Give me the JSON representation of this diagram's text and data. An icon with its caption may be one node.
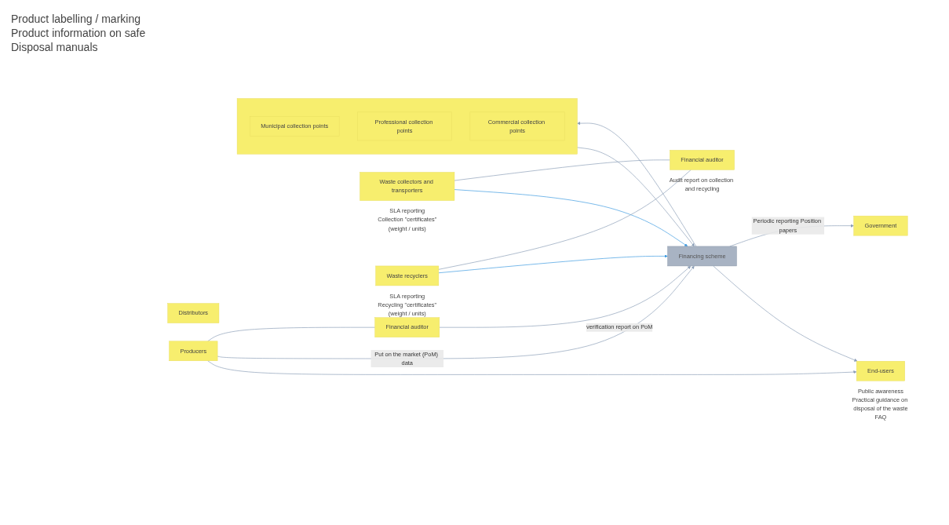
{
  "diagram": {
    "nodes": [
      {
        "text": [
          "End-users"
        ],
        "beside": [
          "Public awareness",
          "Practical guidance on disposal of the waste",
          "FAQ"
        ]
      },
      {
        "text": [],
        "shape": "box"
      },
      {
        "text": [
          "Municipal collection points"
        ],
        "in": 1
      },
      {
        "text": [
          "Professional collection points"
        ],
        "in": 1
      },
      {
        "text": [
          "Commercial collection points"
        ],
        "in": 1
      },
      {
        "text": [
          "Waste collectors and transporters"
        ],
        "beside": [
          "SLA reporting",
          "Collection \"certificates\"",
          "(weight / units)"
        ]
      },
      {
        "text": [
          "Distributors"
        ]
      },
      {
        "text": [
          "Waste recyclers"
        ],
        "beside": [
          "SLA reporting",
          "Recycling \"certificates\"",
          "(weight / units)"
        ]
      },
      {
        "text": [
          "Financing scheme"
        ]
      },
      {
        "text": [
          "Financial auditor"
        ],
        "beside": [
          "Audit report on collection and recycling"
        ]
      },
      {
        "text": [
          "Producers"
        ]
      },
      {
        "text": [
          "Government"
        ]
      },
      {
        "text": [
          "Financial auditor"
        ]
      }
    ],
    "edges": [
      {
        "from": 8,
        "to": 0,
        "arrow": "to"
      },
      {
        "from": 10,
        "to": 0,
        "arrow": "to"
      },
      {
        "from": 8,
        "to": 1,
        "arrow": "to"
      },
      {
        "from": 1,
        "to": 8,
        "arrow": "to"
      },
      {
        "from": 5,
        "to": 8,
        "arrow": "to",
        "color": "#3f9be0"
      },
      {
        "from": 7,
        "to": 8,
        "arrow": "to",
        "color": "#3f9be0"
      },
      {
        "from": 7,
        "to": 9,
        "arrow": "none"
      },
      {
        "from": 5,
        "to": 9,
        "arrow": "none"
      },
      {
        "from": 10,
        "to": 8,
        "arrow": "to",
        "label": "Put on the market (PoM) data"
      },
      {
        "from": 12,
        "to": 8,
        "arrow": "to",
        "label": "verification report on PoM"
      },
      {
        "from": 8,
        "to": 11,
        "arrow": "to",
        "label": "Periodic reporting Position papers"
      },
      {
        "from": 10,
        "to": 12,
        "arrow": "none"
      }
    ],
    "labels": [
      "Product labelling / marking",
      "Product information on safe",
      "Disposal manuals"
    ]
  }
}
